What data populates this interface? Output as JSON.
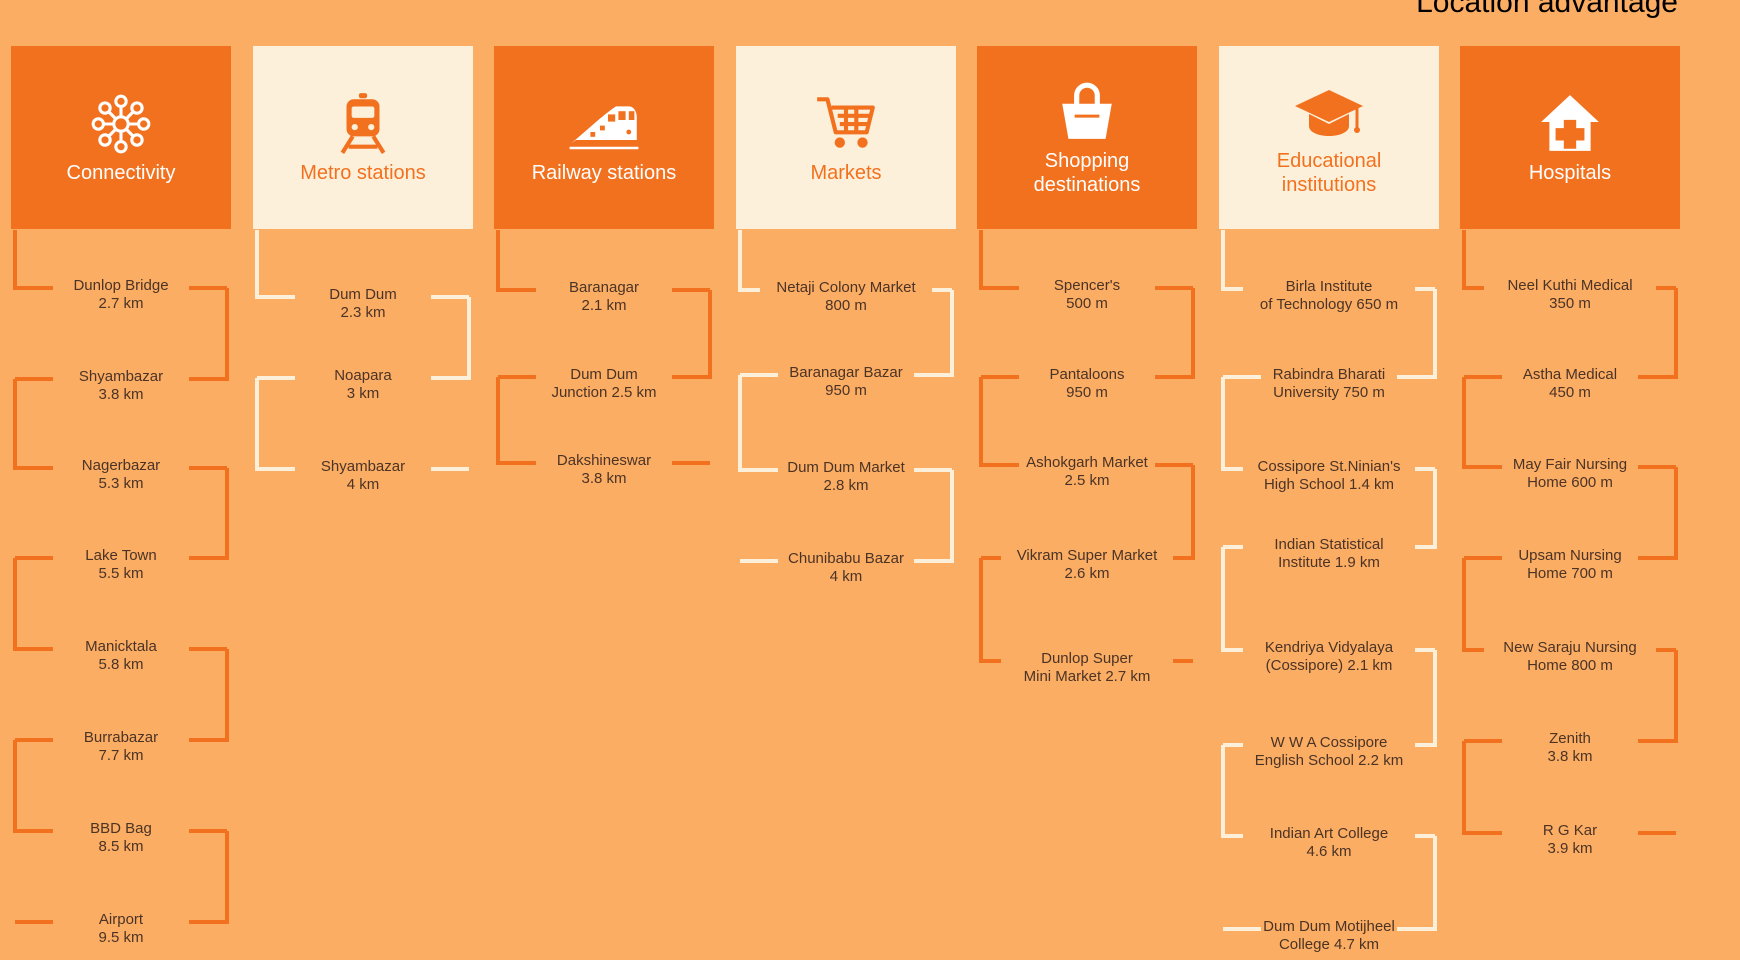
{
  "title": "Location advantage",
  "colors": {
    "background": "#fbad63",
    "accent": "#f2711f",
    "light": "#fdf0da",
    "text": "#4b3326"
  },
  "categories": [
    {
      "label": "Connectivity",
      "icon": "network-icon",
      "style": "dark",
      "items": [
        {
          "name": "Dunlop Bridge",
          "dist": "2.7 km"
        },
        {
          "name": "Shyambazar",
          "dist": "3.8 km"
        },
        {
          "name": "Nagerbazar",
          "dist": "5.3 km"
        },
        {
          "name": "Lake Town",
          "dist": "5.5 km"
        },
        {
          "name": "Manicktala",
          "dist": "5.8 km"
        },
        {
          "name": "Burrabazar",
          "dist": "7.7 km"
        },
        {
          "name": "BBD Bag",
          "dist": "8.5 km"
        },
        {
          "name": "Airport",
          "dist": "9.5 km"
        }
      ]
    },
    {
      "label": "Metro stations",
      "icon": "metro-train-icon",
      "style": "light",
      "items": [
        {
          "name": "Dum Dum",
          "dist": "2.3 km"
        },
        {
          "name": "Noapara",
          "dist": "3 km"
        },
        {
          "name": "Shyambazar",
          "dist": "4 km"
        }
      ]
    },
    {
      "label": "Railway stations",
      "icon": "railway-train-icon",
      "style": "dark",
      "items": [
        {
          "name": "Baranagar",
          "dist": "2.1 km"
        },
        {
          "name": "Dum Dum",
          "dist": "Junction 2.5 km"
        },
        {
          "name": "Dakshineswar",
          "dist": "3.8 km"
        }
      ]
    },
    {
      "label": "Markets",
      "icon": "shopping-cart-icon",
      "style": "light",
      "items": [
        {
          "name": "Netaji Colony Market",
          "dist": "800 m"
        },
        {
          "name": "Baranagar Bazar",
          "dist": "950 m"
        },
        {
          "name": "Dum Dum Market",
          "dist": "2.8 km"
        },
        {
          "name": "Chunibabu Bazar",
          "dist": "4 km"
        }
      ]
    },
    {
      "label": "Shopping destinations",
      "icon": "shopping-bag-icon",
      "style": "dark",
      "items": [
        {
          "name": "Spencer's",
          "dist": "500 m"
        },
        {
          "name": "Pantaloons",
          "dist": "950 m"
        },
        {
          "name": "Ashokgarh Market",
          "dist": "2.5 km"
        },
        {
          "name": "Vikram Super Market",
          "dist": "2.6 km"
        },
        {
          "name": "Dunlop Super",
          "dist": "Mini Market 2.7 km"
        }
      ]
    },
    {
      "label": "Educational institutions",
      "icon": "graduation-cap-icon",
      "style": "light",
      "items": [
        {
          "name": "Birla Institute",
          "dist": "of Technology 650 m"
        },
        {
          "name": "Rabindra Bharati",
          "dist": "University 750 m"
        },
        {
          "name": "Cossipore St.Ninian's",
          "dist": "High School 1.4 km"
        },
        {
          "name": "Indian Statistical",
          "dist": "Institute 1.9 km"
        },
        {
          "name": "Kendriya Vidyalaya",
          "dist": "(Cossipore) 2.1 km"
        },
        {
          "name": "W W A Cossipore",
          "dist": "English School 2.2 km"
        },
        {
          "name": "Indian Art College",
          "dist": "4.6 km"
        },
        {
          "name": "Dum Dum Motijheel",
          "dist": "College 4.7 km"
        }
      ]
    },
    {
      "label": "Hospitals",
      "icon": "hospital-icon",
      "style": "dark",
      "items": [
        {
          "name": "Neel Kuthi Medical",
          "dist": "350 m"
        },
        {
          "name": "Astha Medical",
          "dist": "450 m"
        },
        {
          "name": "May Fair Nursing",
          "dist": "Home 600 m"
        },
        {
          "name": "Upsam Nursing",
          "dist": "Home 700 m"
        },
        {
          "name": "New Saraju Nursing",
          "dist": "Home 800 m"
        },
        {
          "name": "Zenith",
          "dist": "3.8 km"
        },
        {
          "name": "R G Kar",
          "dist": "3.9 km"
        }
      ]
    }
  ]
}
